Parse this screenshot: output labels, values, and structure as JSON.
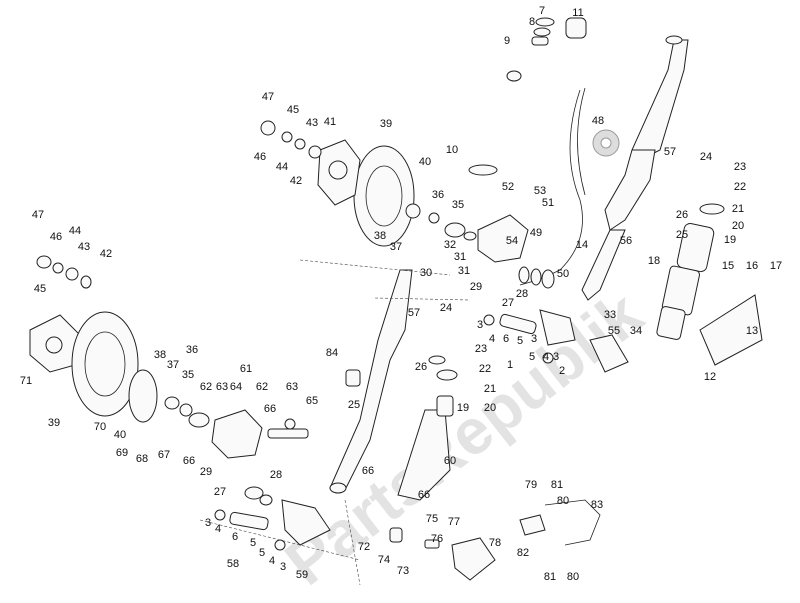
{
  "watermark": "PartsRepublik",
  "callouts": [
    "1",
    "2",
    "3",
    "4",
    "5",
    "6",
    "7",
    "8",
    "9",
    "10",
    "11",
    "12",
    "13",
    "14",
    "15",
    "16",
    "17",
    "18",
    "19",
    "20",
    "21",
    "22",
    "23",
    "24",
    "25",
    "26",
    "27",
    "28",
    "29",
    "30",
    "31",
    "32",
    "33",
    "34",
    "35",
    "36",
    "37",
    "38",
    "39",
    "40",
    "41",
    "42",
    "43",
    "44",
    "45",
    "46",
    "47",
    "48",
    "49",
    "50",
    "51",
    "52",
    "53",
    "54",
    "55",
    "56",
    "57",
    "58",
    "59",
    "60",
    "61",
    "62",
    "63",
    "64",
    "65",
    "66",
    "67",
    "68",
    "69",
    "70",
    "71",
    "72",
    "73",
    "74",
    "75",
    "76",
    "77",
    "78",
    "79",
    "80",
    "81",
    "82",
    "83",
    "84"
  ]
}
